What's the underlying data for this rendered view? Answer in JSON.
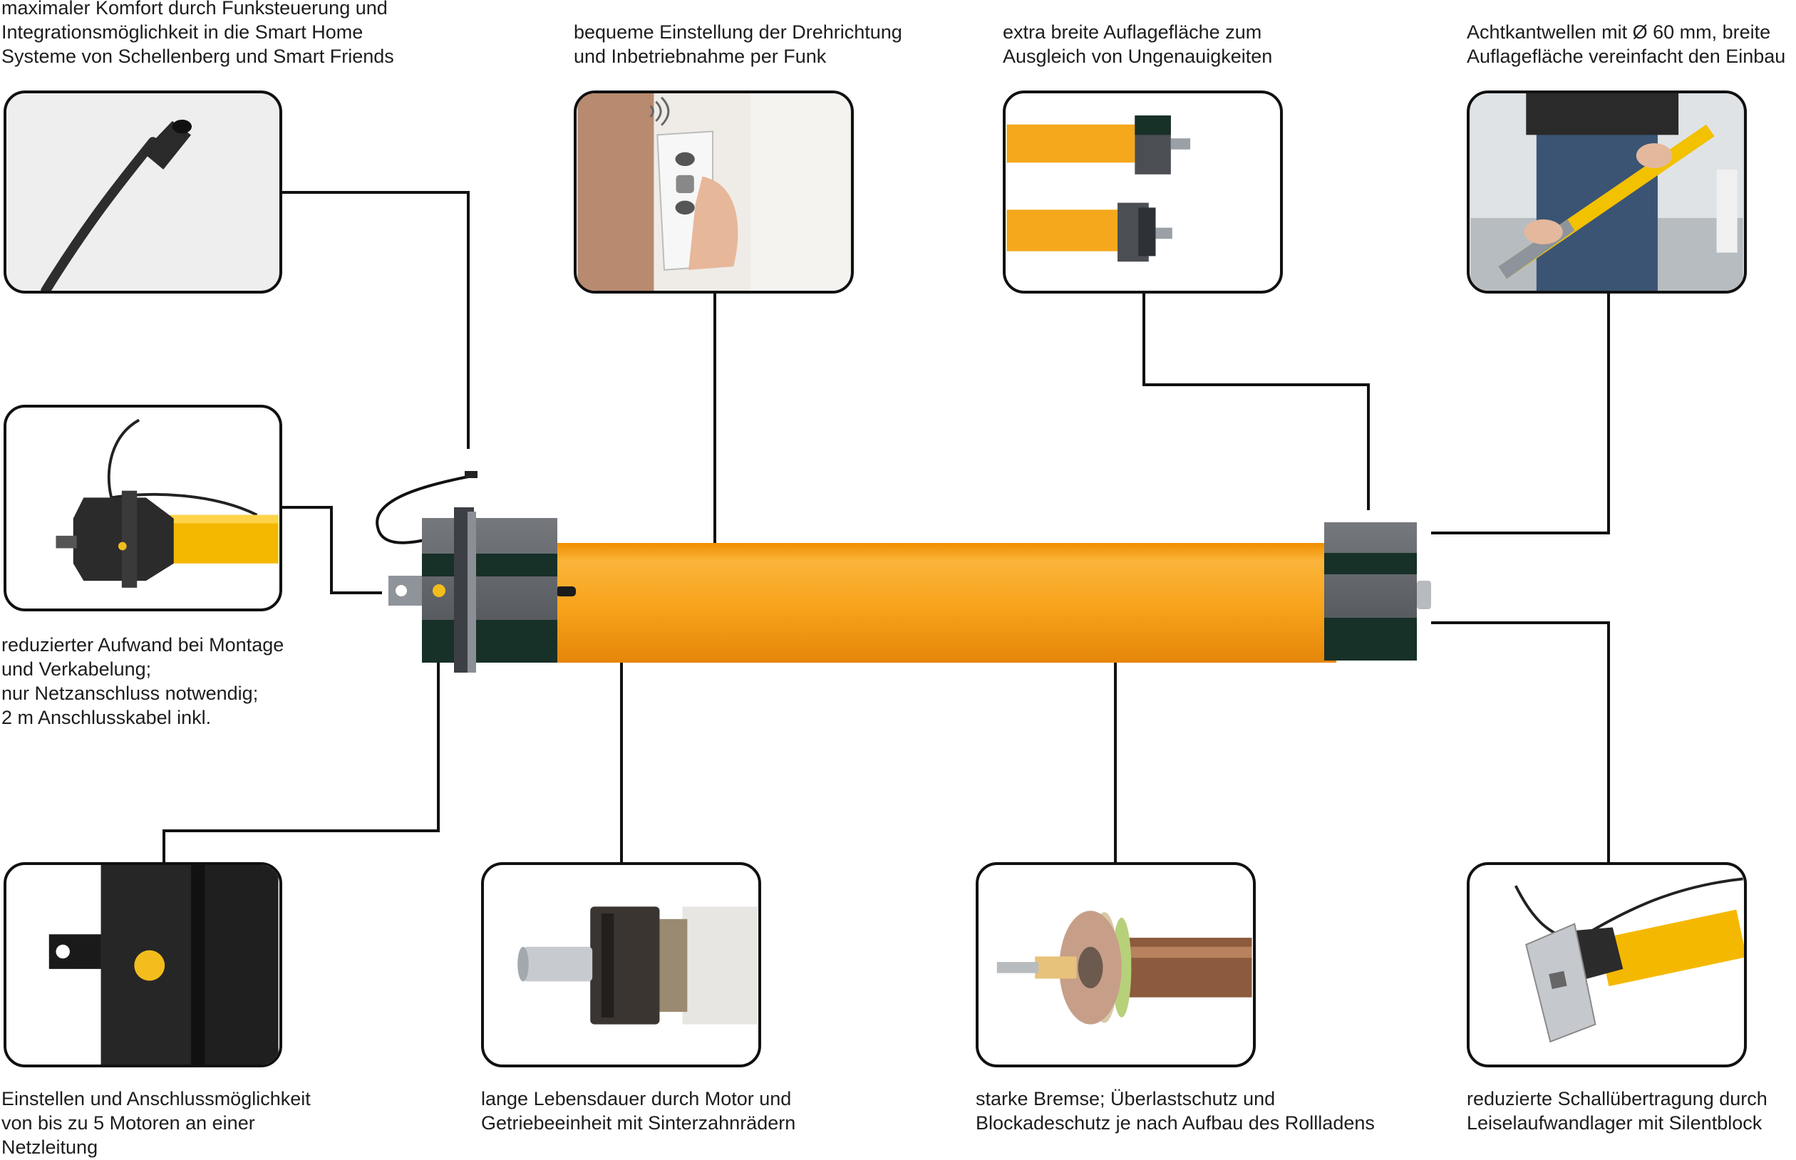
{
  "features": [
    {
      "id": "radio-control",
      "lines": [
        "maximaler Komfort durch Funksteuerung und",
        "Integrationsmöglichkeit in die Smart Home",
        "Systeme von Schellenberg und Smart Friends"
      ]
    },
    {
      "id": "direction-setting",
      "lines": [
        "bequeme Einstellung der Drehrichtung",
        "und Inbetriebnahme per Funk"
      ]
    },
    {
      "id": "wide-support",
      "lines": [
        "extra breite Auflagefläche zum",
        "Ausgleich von Ungenauigkeiten"
      ]
    },
    {
      "id": "octagonal-shafts",
      "lines": [
        "Achtkantwellen mit Ø 60 mm, breite",
        "Auflagefläche vereinfacht den Einbau"
      ]
    },
    {
      "id": "reduced-effort",
      "lines": [
        "reduzierter Aufwand bei Montage",
        "und Verkabelung;",
        "nur Netzanschluss notwendig;",
        "2 m Anschlusskabel inkl."
      ]
    },
    {
      "id": "multi-motor",
      "lines": [
        "Einstellen und Anschlussmöglichkeit",
        "von bis zu 5 Motoren an einer",
        "Netzleitung"
      ]
    },
    {
      "id": "long-life",
      "lines": [
        "lange Lebensdauer durch Motor und",
        "Getriebeeinheit mit Sinterzahnrädern"
      ]
    },
    {
      "id": "strong-brake",
      "lines": [
        "starke Bremse; Überlastschutz und",
        "Blockadeschutz je nach Aufbau des Rollladens"
      ]
    },
    {
      "id": "noise-reduction",
      "lines": [
        "reduzierte Schallübertragung durch",
        "Leiselaufwandlager mit Silentblock"
      ]
    }
  ],
  "colors": {
    "tube_orange": "#f7a21b",
    "tube_yellow": "#f5b800",
    "head_gray": "#5a5d62",
    "head_dark": "#173028",
    "line": "#111111",
    "button_yellow": "#f2bd1c"
  },
  "icons": {
    "cable": "cable-end-icon",
    "remote": "radio-remote-icon",
    "adapters": "octagon-adapter-icon",
    "installation": "installation-photo-icon",
    "motor-head": "motor-head-icon",
    "button": "setting-button-icon",
    "gear": "gear-unit-icon",
    "brake": "brake-unit-icon",
    "bracket": "silent-bracket-icon"
  }
}
